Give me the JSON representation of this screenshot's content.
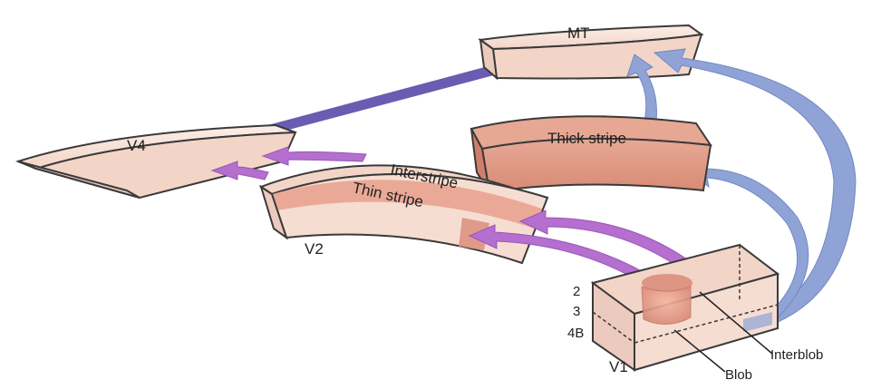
{
  "labels": {
    "mt": "MT",
    "v4": "V4",
    "thick": "Thick stripe",
    "interstripe": "Interstripe",
    "thin": "Thin stripe",
    "v2": "V2",
    "v1": "V1",
    "layer2": "2",
    "layer3": "3",
    "layer4b": "4B",
    "interblob": "Interblob",
    "blob": "Blob"
  },
  "colors": {
    "box_fill": "#f6ddd2",
    "box_edge": "#3a3a3a",
    "stripe_fill": "#d98a78",
    "thin_fill": "#e8a08c",
    "blue_arrow": "#8fa3d6",
    "purple_arrow": "#b46fcf",
    "dark_band": "#5a4aa8"
  }
}
